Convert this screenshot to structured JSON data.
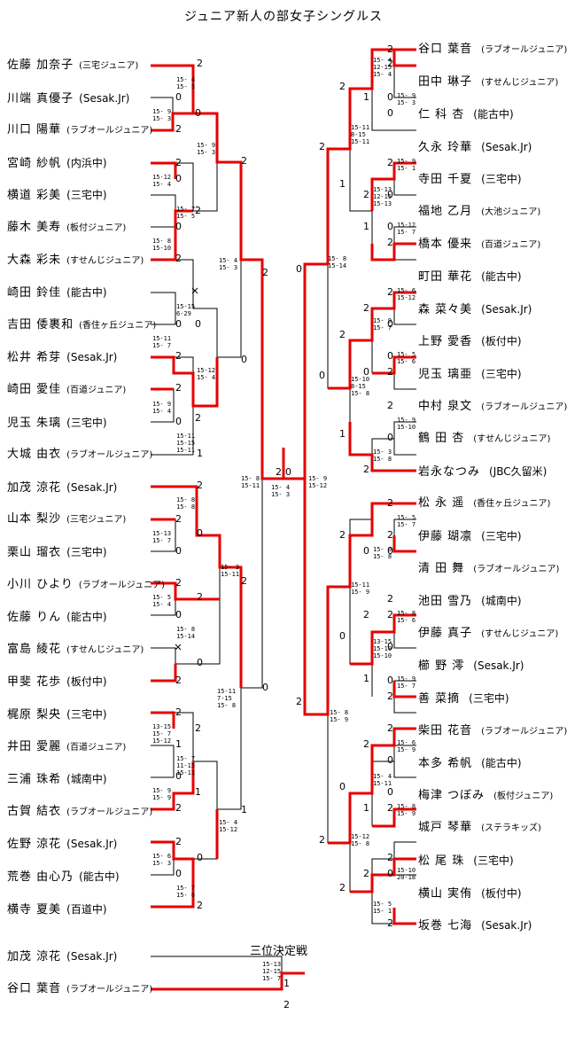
{
  "title": "ジュニア新人の部女子シングルス",
  "left_players": [
    {
      "name": "佐藤 加奈子",
      "team": "(三宅ジュニア)",
      "sm": true
    },
    {
      "name": "川端 真優子",
      "team": "(Sesak.Jr)",
      "sm": false
    },
    {
      "name": "川口 陽華",
      "team": "(ラブオールジュニア)",
      "sm": true
    },
    {
      "name": "宮崎 紗帆",
      "team": "(内浜中)",
      "sm": false
    },
    {
      "name": "横道 彩美",
      "team": "(三宅中)",
      "sm": false
    },
    {
      "name": "藤木 美寿",
      "team": "(板付ジュニア)",
      "sm": true
    },
    {
      "name": "大森 彩未",
      "team": "(すせんじジュニア)",
      "sm": true
    },
    {
      "name": "崎田 鈴佳",
      "team": "(能古中)",
      "sm": false
    },
    {
      "name": "吉田 倭裹和",
      "team": "(香住ヶ丘ジュニア)",
      "sm": true
    },
    {
      "name": "松井 希芽",
      "team": "(Sesak.Jr)",
      "sm": false
    },
    {
      "name": "崎田 愛佳",
      "team": "(百道ジュニア)",
      "sm": true
    },
    {
      "name": "児玉 朱璃",
      "team": "(三宅中)",
      "sm": false
    },
    {
      "name": "大城 由衣",
      "team": "(ラブオールジュニア)",
      "sm": true
    },
    {
      "name": "加茂 涼花",
      "team": "(Sesak.Jr)",
      "sm": false
    },
    {
      "name": "山本 梨沙",
      "team": "(三宅ジュニア)",
      "sm": true
    },
    {
      "name": "栗山 瑠衣",
      "team": "(三宅中)",
      "sm": false
    },
    {
      "name": "小川 ひより",
      "team": "(ラブオールジュニア)",
      "sm": true
    },
    {
      "name": "佐藤 りん",
      "team": "(能古中)",
      "sm": false
    },
    {
      "name": "富島 綾花",
      "team": "(すせんじジュニア)",
      "sm": true
    },
    {
      "name": "甲斐 花歩",
      "team": "(板付中)",
      "sm": false
    },
    {
      "name": "梶原 梨央",
      "team": "(三宅中)",
      "sm": false
    },
    {
      "name": "井田 愛麗",
      "team": "(百道ジュニア)",
      "sm": true
    },
    {
      "name": "三浦 珠希",
      "team": "(城南中)",
      "sm": false
    },
    {
      "name": "古賀 結衣",
      "team": "(ラブオールジュニア)",
      "sm": true
    },
    {
      "name": "佐野 涼花",
      "team": "(Sesak.Jr)",
      "sm": false
    },
    {
      "name": "荒巻 由心乃",
      "team": "(能古中)",
      "sm": false
    },
    {
      "name": "横寺 夏美",
      "team": "(百道中)",
      "sm": false
    }
  ],
  "right_players": [
    {
      "name": "谷口 葉音",
      "team": "(ラブオールジュニア)",
      "sm": true
    },
    {
      "name": "田中 琳子",
      "team": "(すせんじジュニア)",
      "sm": true
    },
    {
      "name": "仁 科 杏",
      "team": "(能古中)",
      "sm": false
    },
    {
      "name": "久永 玲華",
      "team": "(Sesak.Jr)",
      "sm": false
    },
    {
      "name": "寺田 千夏",
      "team": "(三宅中)",
      "sm": false
    },
    {
      "name": "福地 乙月",
      "team": "(大池ジュニア)",
      "sm": true
    },
    {
      "name": "橋本 優来",
      "team": "(百道ジュニア)",
      "sm": true
    },
    {
      "name": "町田 華花",
      "team": "(能古中)",
      "sm": false
    },
    {
      "name": "森 菜々美",
      "team": "(Sesak.Jr)",
      "sm": false
    },
    {
      "name": "上野 愛香",
      "team": "(板付中)",
      "sm": false
    },
    {
      "name": "児玉 璃亜",
      "team": "(三宅中)",
      "sm": false
    },
    {
      "name": "中村 泉文",
      "team": "(ラブオールジュニア)",
      "sm": true
    },
    {
      "name": "鶴 田 杏",
      "team": "(すせんじジュニア)",
      "sm": true
    },
    {
      "name": "岩永なつみ",
      "team": "(JBC久留米)",
      "sm": false
    },
    {
      "name": "松 永 遥",
      "team": "(香住ヶ丘ジュニア)",
      "sm": true
    },
    {
      "name": "伊藤 瑚凛",
      "team": "(三宅中)",
      "sm": false
    },
    {
      "name": "清 田 舞",
      "team": "(ラブオールジュニア)",
      "sm": true
    },
    {
      "name": "池田 雪乃",
      "team": "(城南中)",
      "sm": false
    },
    {
      "name": "伊藤 真子",
      "team": "(すせんじジュニア)",
      "sm": true
    },
    {
      "name": "櫛 野 澪",
      "team": "(Sesak.Jr)",
      "sm": false
    },
    {
      "name": "善 菜摘",
      "team": "(三宅中)",
      "sm": false
    },
    {
      "name": "柴田 花音",
      "team": "(ラブオールジュニア)",
      "sm": true
    },
    {
      "name": "本多 希帆",
      "team": "(能古中)",
      "sm": false
    },
    {
      "name": "梅津 つぼみ",
      "team": "(板付ジュニア)",
      "sm": true
    },
    {
      "name": "城戸 琴華",
      "team": "(ステラキッズ)",
      "sm": true
    },
    {
      "name": "松 尾 珠",
      "team": "(三宅中)",
      "sm": false
    },
    {
      "name": "横山 実侑",
      "team": "(板付中)",
      "sm": false
    },
    {
      "name": "坂巻 七海",
      "team": "(Sesak.Jr)",
      "sm": false
    }
  ],
  "third_place": {
    "label": "三位決定戦",
    "players": [
      {
        "name": "加茂 涼花",
        "team": "(Sesak.Jr)",
        "sm": false
      },
      {
        "name": "谷口 葉音",
        "team": "(ラブオールジュニア)",
        "sm": true
      }
    ]
  },
  "colors": {
    "winner_line": "#e60000",
    "line": "#000000",
    "background": "#ffffff"
  }
}
